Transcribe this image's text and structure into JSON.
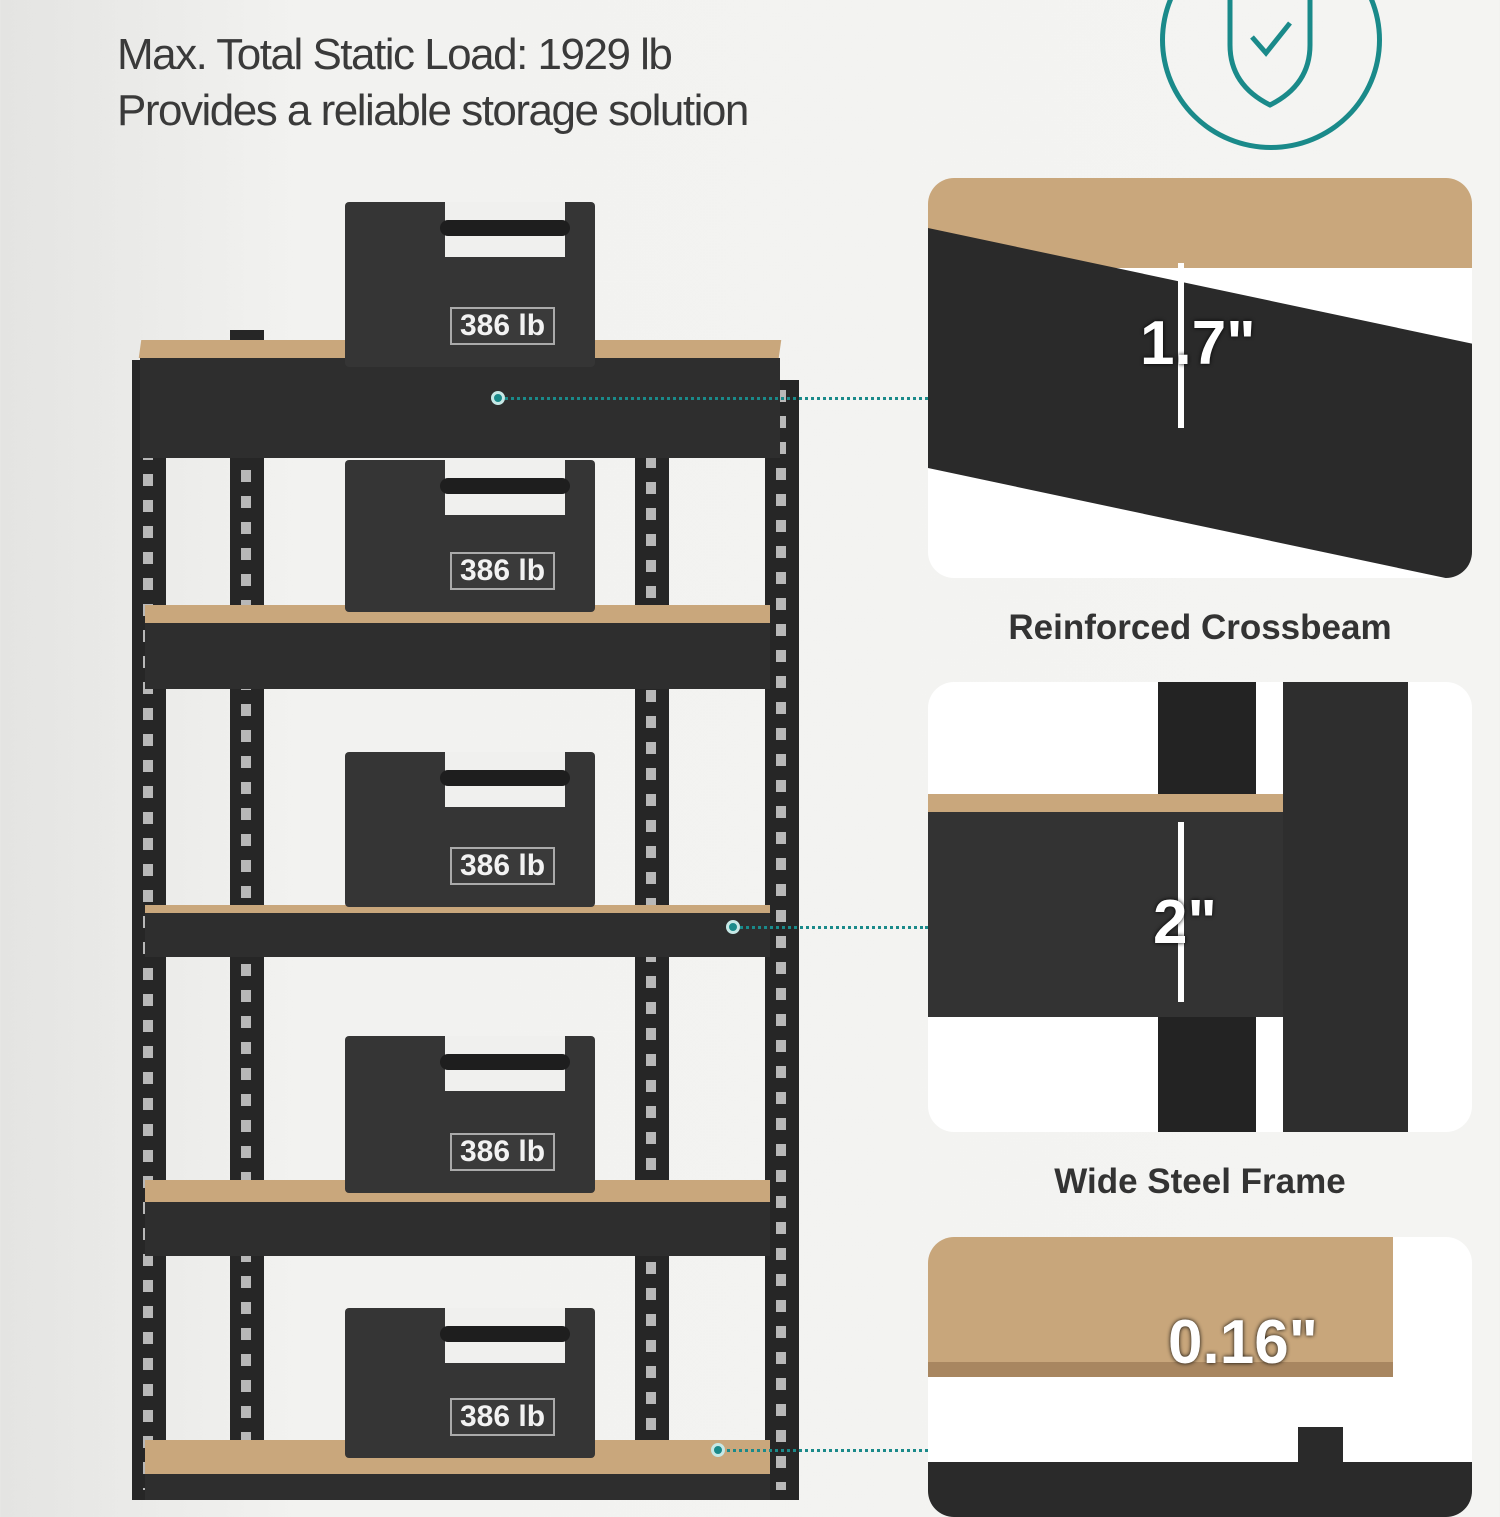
{
  "header": {
    "line1": "Max. Total Static Load: 1929 lb",
    "line2": "Provides a reliable storage solution"
  },
  "badge": {
    "icon": "shield-check-icon",
    "color": "#1a8a8a"
  },
  "weights": [
    "386 lb",
    "386 lb",
    "386 lb",
    "386 lb",
    "386 lb"
  ],
  "features": [
    {
      "label": "Reinforced Crossbeam",
      "dimension": "1.7\""
    },
    {
      "label": "Wide Steel Frame",
      "dimension": "2\""
    },
    {
      "label": "",
      "dimension": "0.16\""
    }
  ]
}
